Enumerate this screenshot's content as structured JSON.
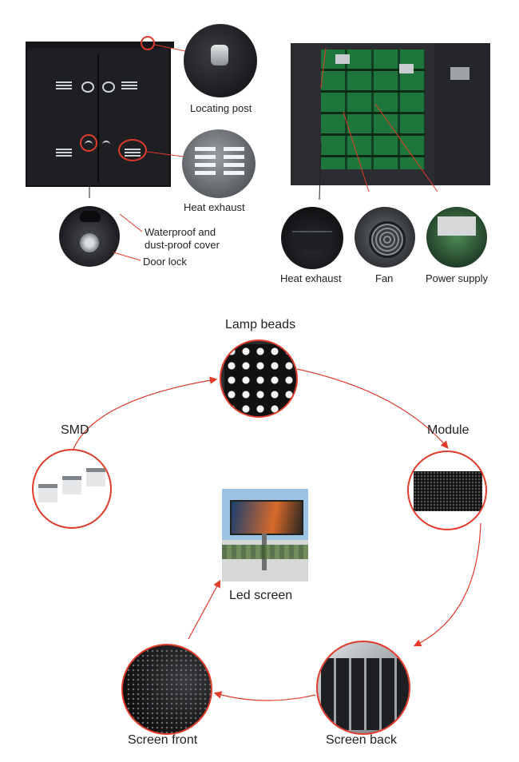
{
  "top_left": {
    "callouts": {
      "locating_post": "Locating post",
      "heat_exhaust": "Heat exhaust",
      "waterproof_cover": "Waterproof and dust-proof cover",
      "door_lock": "Door lock"
    }
  },
  "top_right": {
    "callouts": {
      "heat_exhaust": "Heat exhaust",
      "fan": "Fan",
      "power_supply": "Power supply"
    }
  },
  "cycle": {
    "nodes": {
      "lamp_beads": "Lamp beads",
      "module": "Module",
      "screen_back": "Screen back",
      "screen_front": "Screen front",
      "smd": "SMD"
    },
    "center_label": "Led screen"
  },
  "colors": {
    "accent_red": "#e03b2b",
    "cabinet_dark": "#1d1f23",
    "pcb_green": "#1e7a3e"
  }
}
